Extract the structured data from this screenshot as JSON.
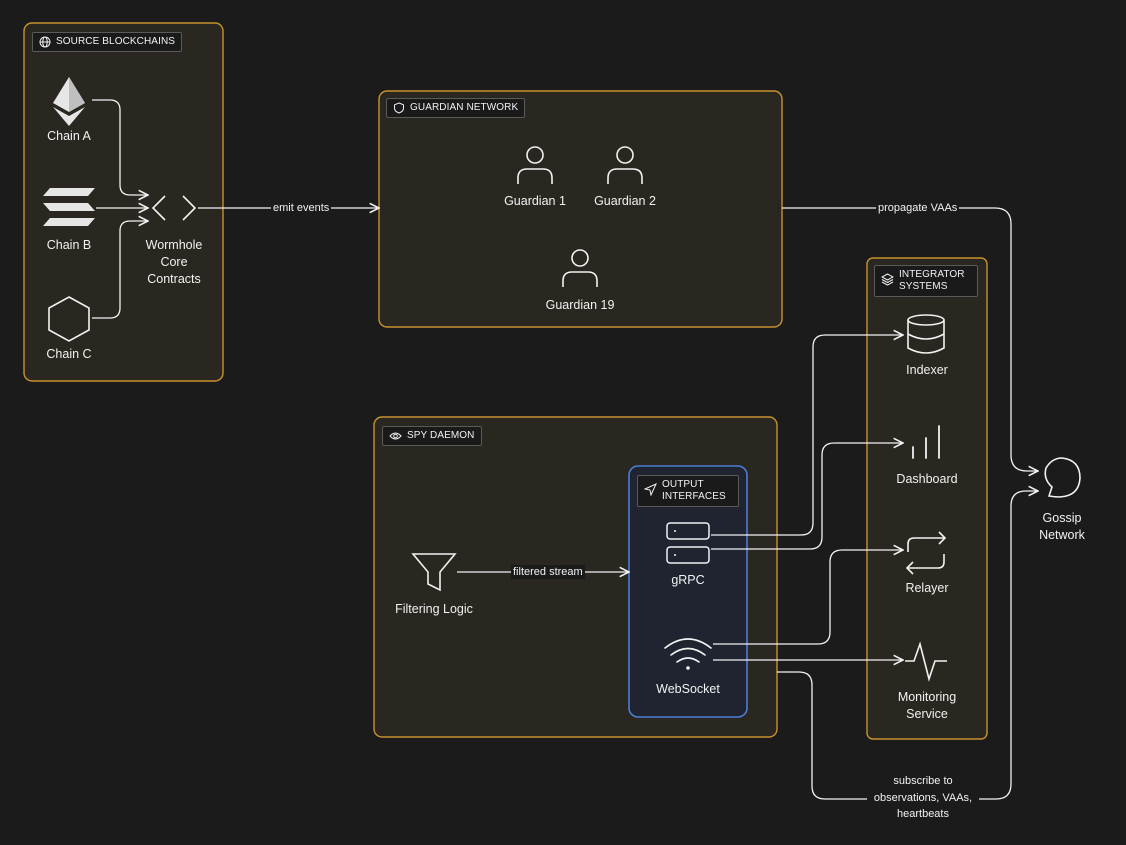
{
  "groups": {
    "source": {
      "title": "SOURCE BLOCKCHAINS"
    },
    "guardian": {
      "title": "GUARDIAN NETWORK"
    },
    "spy": {
      "title": "SPY DAEMON"
    },
    "output": {
      "title": "OUTPUT INTERFACES"
    },
    "integrator": {
      "title": "INTEGRATOR SYSTEMS"
    }
  },
  "nodes": {
    "chain_a": "Chain A",
    "chain_b": "Chain B",
    "chain_c": "Chain C",
    "core": "Wormhole Core Contracts",
    "guardian_1": "Guardian 1",
    "guardian_2": "Guardian 2",
    "guardian_19": "Guardian 19",
    "filtering": "Filtering Logic",
    "grpc": "gRPC",
    "websocket": "WebSocket",
    "indexer": "Indexer",
    "dashboard": "Dashboard",
    "relayer": "Relayer",
    "monitoring": "Monitoring Service",
    "gossip": "Gossip Network"
  },
  "edges": {
    "emit": "emit events",
    "propagate": "propagate VAAs",
    "filtered": "filtered stream",
    "subscribe": "subscribe to observations, VAAs, heartbeats"
  },
  "colors": {
    "background": "#1b1b1b",
    "group_border": "#c8922e",
    "group_fill": "#2a2620",
    "output_border": "#4a7fd6",
    "output_fill": "#1f2430",
    "line": "#f2f2f2"
  }
}
